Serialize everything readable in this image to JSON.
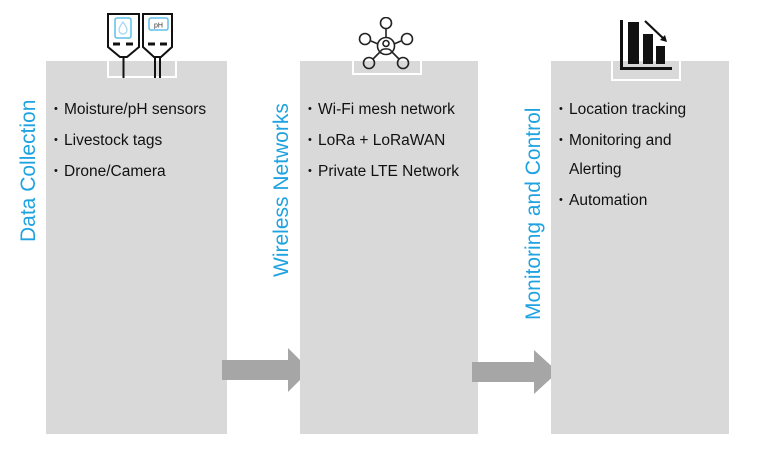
{
  "stages": [
    {
      "title": "Data Collection",
      "icon": "sensor-probes-icon",
      "items": [
        "Moisture/pH sensors",
        "Livestock tags",
        "Drone/Camera"
      ]
    },
    {
      "title": "Wireless Networks",
      "icon": "network-hub-icon",
      "items": [
        "Wi-Fi mesh network",
        "LoRa + LoRaWAN",
        "Private LTE Network"
      ]
    },
    {
      "title": "Monitoring and Control",
      "icon": "declining-bar-chart-icon",
      "items": [
        "Location tracking",
        "Monitoring and Alerting",
        "Automation"
      ]
    }
  ],
  "icon_labels": {
    "ph": "pH"
  },
  "colors": {
    "title": "#1fa3e0",
    "panel": "#d9d9d9",
    "arrow": "#a6a6a6",
    "text": "#111111"
  }
}
